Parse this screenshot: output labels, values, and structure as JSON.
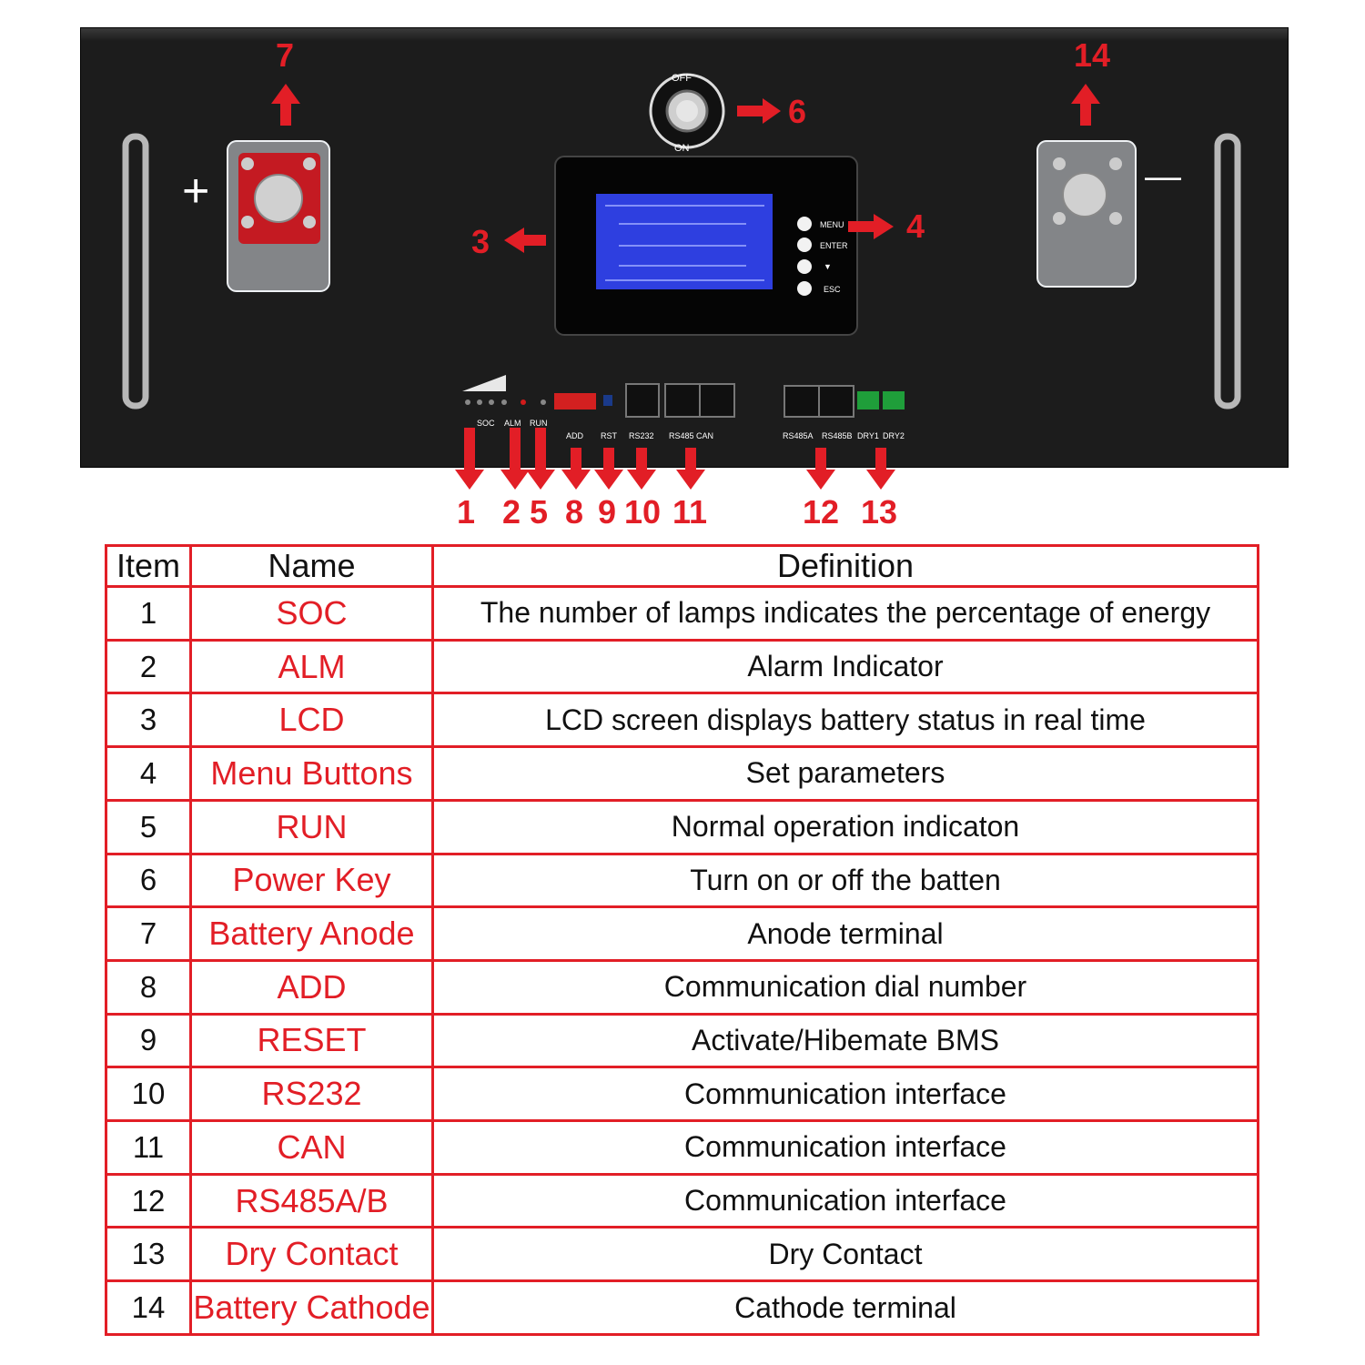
{
  "panel": {
    "power_switch": {
      "off_label": "OFF",
      "on_label": "ON"
    },
    "menu_buttons": [
      "MENU",
      "ENTER",
      "▼",
      "ESC"
    ],
    "indicators": {
      "soc": "SOC",
      "alm": "ALM",
      "run": "RUN"
    },
    "port_labels": [
      "ADD",
      "RST",
      "RS232",
      "RS485 CAN",
      "RS485A",
      "RS485B",
      "DRY1",
      "DRY2"
    ],
    "terminal_positive": "+",
    "terminal_negative": "—"
  },
  "callouts": [
    "1",
    "2",
    "5",
    "8",
    "9",
    "10",
    "11",
    "12",
    "13",
    "7",
    "14",
    "6",
    "3",
    "4"
  ],
  "table": {
    "headers": {
      "item": "Item",
      "name": "Name",
      "definition": "Definition"
    },
    "rows": [
      {
        "item": "1",
        "name": "SOC",
        "definition": "The number of lamps indicates the percentage of energy"
      },
      {
        "item": "2",
        "name": "ALM",
        "definition": "Alarm Indicator"
      },
      {
        "item": "3",
        "name": "LCD",
        "definition": "LCD screen displays battery status in real  time"
      },
      {
        "item": "4",
        "name": "Menu Buttons",
        "definition": "Set parameters"
      },
      {
        "item": "5",
        "name": "RUN",
        "definition": "Normal operation indicaton"
      },
      {
        "item": "6",
        "name": "Power Key",
        "definition": "Turn on or off the batten"
      },
      {
        "item": "7",
        "name": "Battery Anode",
        "definition": "Anode terminal"
      },
      {
        "item": "8",
        "name": "ADD",
        "definition": "Communication dial number"
      },
      {
        "item": "9",
        "name": "RESET",
        "definition": "Activate/Hibemate BMS"
      },
      {
        "item": "10",
        "name": "RS232",
        "definition": "Communication interface"
      },
      {
        "item": "11",
        "name": "CAN",
        "definition": "Communication interface"
      },
      {
        "item": "12",
        "name": "RS485A/B",
        "definition": "Communication interface"
      },
      {
        "item": "13",
        "name": "Dry Contact",
        "definition": "Dry Contact"
      },
      {
        "item": "14",
        "name": "Battery Cathode",
        "definition": "Cathode terminal"
      }
    ]
  }
}
